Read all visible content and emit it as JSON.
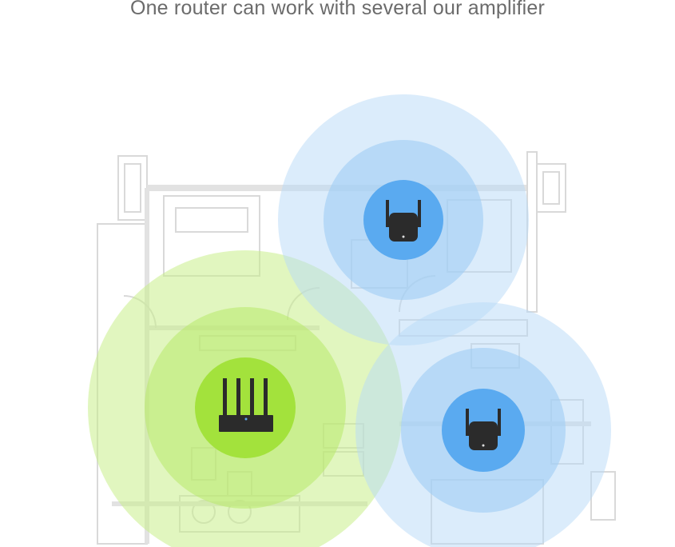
{
  "headline": "One router can work with several our amplifier",
  "colors": {
    "router_coverage": "#c9ef8a",
    "router_core": "#a3e23c",
    "extender_coverage": "#b8d9f7",
    "extender_core": "#5aaaf0",
    "device_body": "#2b2b2b",
    "floorplan_lines": "#d9d9d9"
  },
  "devices": [
    {
      "kind": "router",
      "icon": "router-icon"
    },
    {
      "kind": "extender",
      "icon": "wifi-extender-icon"
    },
    {
      "kind": "extender",
      "icon": "wifi-extender-icon"
    }
  ]
}
